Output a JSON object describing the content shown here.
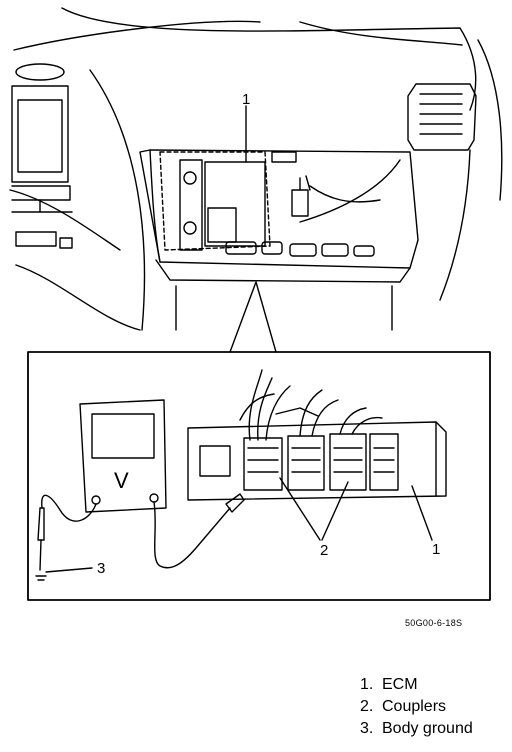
{
  "callouts": {
    "ecm_top": "1",
    "ecm_inset": "1",
    "couplers": "2",
    "body_ground": "3"
  },
  "meter_symbol": "V",
  "figure_code": "50G00-6-18S",
  "legend": [
    {
      "num": "1.",
      "text": "ECM"
    },
    {
      "num": "2.",
      "text": "Couplers"
    },
    {
      "num": "3.",
      "text": "Body ground"
    }
  ],
  "colors": {
    "ink": "#000000",
    "paper": "#ffffff"
  }
}
